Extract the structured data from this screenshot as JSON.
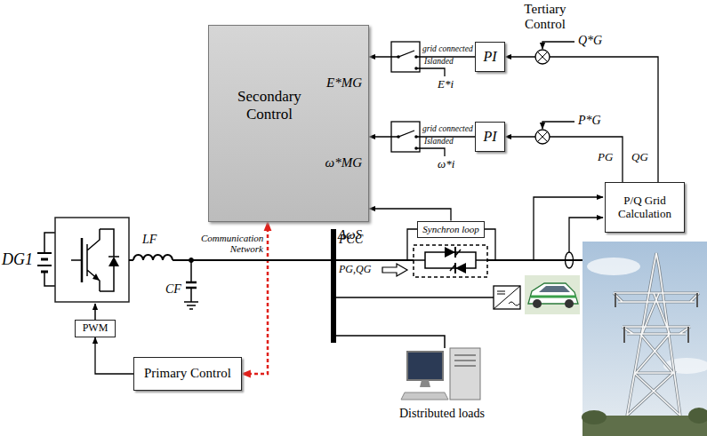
{
  "diagram": {
    "nodes": [
      {
        "text": [
          "Secondary Control",
          "E*MG",
          "ω*MG",
          "ΔωS"
        ]
      },
      {
        "text": [
          "PI"
        ]
      },
      {
        "text": [
          "PI"
        ]
      },
      {
        "text": [
          "P/Q Grid Calculation"
        ]
      },
      {
        "text": [
          "Synchron loop"
        ]
      },
      {
        "text": [
          "PWM"
        ]
      },
      {
        "text": [
          "Primary Control"
        ]
      }
    ],
    "edges": [
      {
        "from": 1,
        "to": 0,
        "arrow": "to"
      },
      {
        "from": 2,
        "to": 0,
        "arrow": "to"
      },
      {
        "from": 3,
        "to": 1,
        "arrow": "to"
      },
      {
        "from": 3,
        "to": 2,
        "arrow": "to"
      },
      {
        "from": 4,
        "to": 0,
        "arrow": "to"
      },
      {
        "from": 6,
        "to": 0,
        "label": "Communication Network",
        "arrow": "both"
      },
      {
        "from": 6,
        "to": 5,
        "arrow": "to"
      }
    ],
    "labels": [
      "Tertiary Control",
      "Q*G",
      "P*G",
      "grid connected",
      "Islanded",
      "E*i",
      "grid connected",
      "Islanded",
      "ω*i",
      "QG",
      "PG",
      "DG1",
      "LF",
      "CF",
      "PCC",
      "PG,QG",
      "Distributed loads"
    ]
  }
}
